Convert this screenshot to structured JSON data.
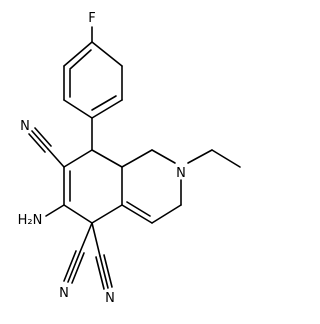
{
  "molecule": {
    "labels": {
      "fluorine": "F",
      "nitrile_top": "N",
      "nitrile_left": "N",
      "nitrile_right": "N",
      "ring_nitrogen": "N",
      "amino": "H₂N"
    },
    "bond_color": "#000000",
    "background": "#ffffff"
  }
}
